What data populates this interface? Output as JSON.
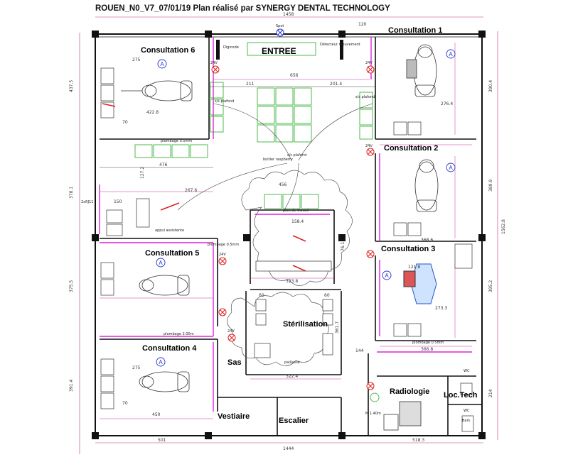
{
  "title": "ROUEN_N0_V7_07/01/19   Plan réalisé par SYNERGY DENTAL TECHNOLOGY",
  "rooms": {
    "entree": "ENTREE",
    "consultation1": "Consultation 1",
    "consultation2": "Consultation 2",
    "consultation3": "Consultation 3",
    "consultation4": "Consultation 4",
    "consultation5": "Consultation 5",
    "consultation6": "Consultation 6",
    "sterilisation": "Stérilisation",
    "sas": "Sas",
    "vestiaire": "Vestiaire",
    "escalier": "Escalier",
    "radiologie": "Radiologie",
    "loctech": "Loc.Tech"
  },
  "labels": {
    "spot": "Spot",
    "digicode": "Digicode",
    "detecteur": "Détecteur mouvement",
    "v24": "24V",
    "sp_plafond": "s/s plafond",
    "box": "boitier raspberry",
    "plombage": "plombage 0.5mm",
    "plombage2": "plombage 2.00m",
    "vertical_plombage": "plombage 0.5mm",
    "wc": "WC",
    "m": "M 1.40m",
    "bain": "Bain",
    "top": "2xRJ11",
    "plan_travail": "plan de travail",
    "appui": "appui assistante",
    "paillasse": "paillasse"
  },
  "dimensions": {
    "top_total": "1458",
    "bottom_total": "1444",
    "bottom_right": "518.3",
    "bottom_left": "501",
    "left_1": "437.5",
    "left_2": "378.1",
    "left_3": "375.5",
    "left_4": "391.4",
    "right_1": "390.4",
    "right_2": "389.9",
    "right_3": "395.2",
    "right_4": "214",
    "right_total": "1562.8",
    "d656": "656",
    "d211": "211",
    "d201": "201.4",
    "d476": "476",
    "d456": "456",
    "d2676": "267.6",
    "d150": "150",
    "d3238": "323.8",
    "d3224": "322.4",
    "d3668": "366.8",
    "d3686": "368.6",
    "d144": "144",
    "d3617": "361.7",
    "d450": "450",
    "d120": "120",
    "d275": "275",
    "d70": "70",
    "d4228": "422.8",
    "d1272": "127.2",
    "d1584": "158.4",
    "d1213": "121.8",
    "d2733": "273.3",
    "d2764": "276.4",
    "d60": "60",
    "d761": "76.1"
  },
  "colors": {
    "wall": "#111111",
    "magenta": "#e020e0",
    "green": "#22aa22",
    "red": "#dd2222",
    "blue": "#2233cc",
    "dim_line": "#cc3399"
  }
}
